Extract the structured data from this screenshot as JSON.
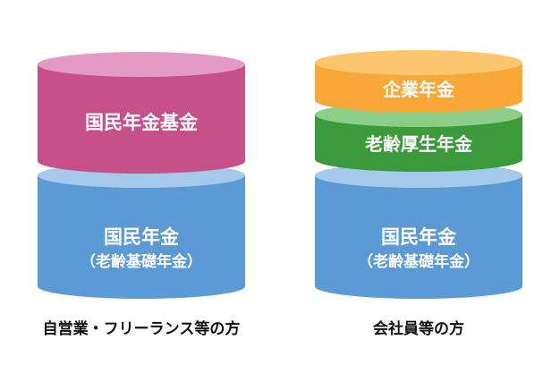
{
  "colors": {
    "pink_body": "#c7508b",
    "pink_top": "#e49bc3",
    "blue_body": "#5b9ad5",
    "blue_top": "#a6c8ea",
    "orange_body": "#f8a838",
    "orange_top": "#fcc66e",
    "green_body": "#3b9a3a",
    "green_top": "#8dcf88"
  },
  "left": {
    "tier1_label": "国民年金基金",
    "base_label": "国民年金",
    "base_sublabel": "（老齢基礎年金）",
    "caption": "自営業・フリーランス等の方"
  },
  "right": {
    "tier3_label": "企業年金",
    "tier2_label": "老齢厚生年金",
    "base_label": "国民年金",
    "base_sublabel": "（老齢基礎年金）",
    "caption": "会社員等の方"
  }
}
